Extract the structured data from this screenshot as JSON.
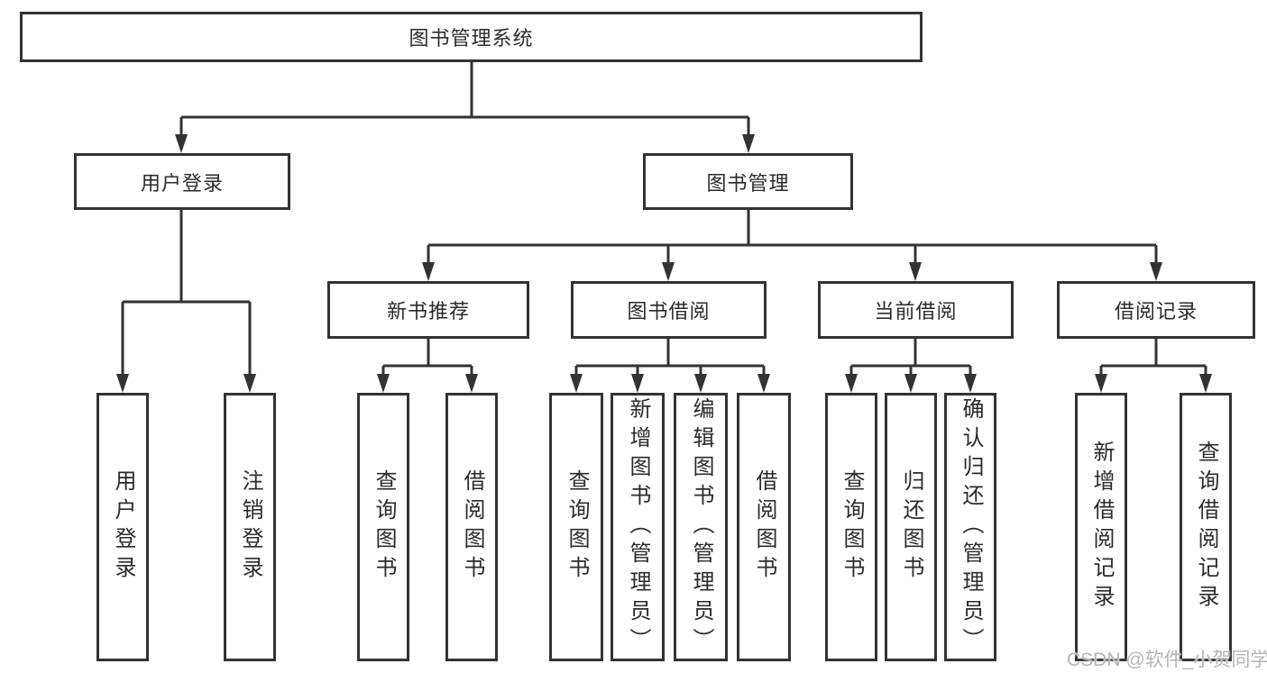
{
  "diagram": {
    "title": "图书管理系统",
    "watermark": "CSDN @软件_小贺同学",
    "colors": {
      "line": "#333333",
      "border": "#333333",
      "text": "#2b2b2b",
      "background": "#ffffff",
      "watermark": "#b5b5b5"
    }
  },
  "nodes": {
    "root": {
      "label": "图书管理系统"
    },
    "user_login": {
      "label": "用户登录"
    },
    "book_mgmt": {
      "label": "图书管理"
    },
    "new_book_rec": {
      "label": "新书推荐"
    },
    "book_borrow": {
      "label": "图书借阅"
    },
    "current_borrow": {
      "label": "当前借阅"
    },
    "borrow_record": {
      "label": "借阅记录"
    },
    "leaf_user_login": {
      "label": "用户登录"
    },
    "leaf_logout": {
      "label": "注销登录"
    },
    "leaf_nb_query_book": {
      "label": "查询图书"
    },
    "leaf_nb_borrow_book": {
      "label": "借阅图书"
    },
    "leaf_bb_query_book": {
      "label": "查询图书"
    },
    "leaf_bb_add_book": {
      "label": "新增图书（管理员）"
    },
    "leaf_bb_edit_book": {
      "label": "编辑图书（管理员）"
    },
    "leaf_bb_borrow_book": {
      "label": "借阅图书"
    },
    "leaf_cb_query_book": {
      "label": "查询图书"
    },
    "leaf_cb_return_book": {
      "label": "归还图书"
    },
    "leaf_cb_confirm_return": {
      "label": "确认归还（管理员）"
    },
    "leaf_br_add_record": {
      "label": "新增借阅记录"
    },
    "leaf_br_query_record": {
      "label": "查询借阅记录"
    }
  }
}
